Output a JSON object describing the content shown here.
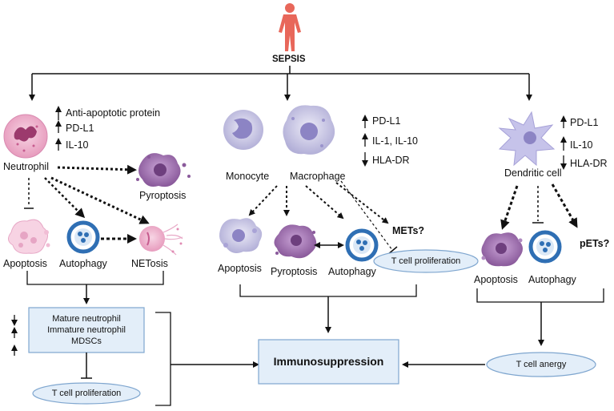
{
  "header": {
    "title": "SEPSIS"
  },
  "neutrophil": {
    "label": "Neutrophil",
    "markers": [
      "Anti-apoptotic protein",
      "PD-L1",
      "IL-10"
    ],
    "outcomes": {
      "pyroptosis": "Pyroptosis",
      "apoptosis": "Apoptosis",
      "autophagy": "Autophagy",
      "netosis": "NETosis"
    },
    "box_lines": [
      "Mature neutrophil",
      "Immature neutrophil",
      "MDSCs"
    ],
    "tcell": "T cell proliferation"
  },
  "mono_macro": {
    "monocyte_label": "Monocyte",
    "macrophage_label": "Macrophage",
    "markers": [
      "PD-L1",
      "IL-1, IL-10",
      "HLA-DR"
    ],
    "outcomes": {
      "apoptosis": "Apoptosis",
      "pyroptosis": "Pyroptosis",
      "autophagy": "Autophagy",
      "mets": "METs?"
    },
    "tcell": "T cell proliferation"
  },
  "dendritic": {
    "label": "Dendritic cell",
    "markers": [
      "PD-L1",
      "IL-10",
      "HLA-DR"
    ],
    "outcomes": {
      "apoptosis": "Apoptosis",
      "autophagy": "Autophagy",
      "pets": "pETs?"
    },
    "tcell": "T cell anergy"
  },
  "center": {
    "immunosuppression": "Immunosuppression"
  },
  "colors": {
    "box_fill": "#e3eef9",
    "box_stroke": "#7fa6cf",
    "autophagy_blue": "#2f6fb4",
    "neutrophil_pink": "#e9a3c1",
    "cell_purple": "#a58bd0",
    "pyroptosis_purple": "#8e5c9c",
    "human_red": "#e85a4a"
  },
  "icons": [
    "human-figure-icon",
    "neutrophil-cell-icon",
    "pyroptosis-cell-icon",
    "apoptosis-cell-icon",
    "autophagy-icon",
    "netosis-cell-icon",
    "monocyte-cell-icon",
    "macrophage-cell-icon",
    "dendritic-cell-icon"
  ]
}
